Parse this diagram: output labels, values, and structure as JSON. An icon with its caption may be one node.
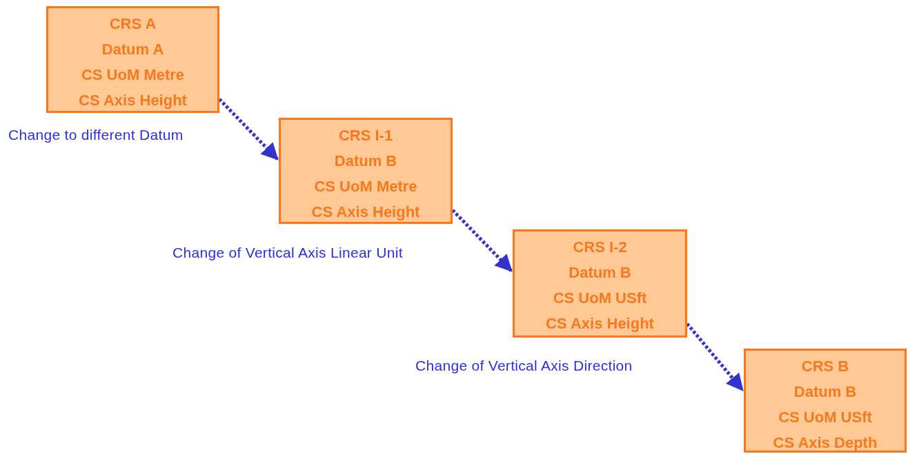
{
  "diagram": {
    "nodes": [
      {
        "text": [
          "CRS A",
          "Datum A",
          "CS UoM Metre",
          "CS Axis Height"
        ]
      },
      {
        "text": [
          "CRS I-1",
          "Datum B",
          "CS UoM Metre",
          "CS Axis Height"
        ]
      },
      {
        "text": [
          "CRS I-2",
          "Datum B",
          "CS UoM USft",
          "CS Axis Height"
        ]
      },
      {
        "text": [
          "CRS B",
          "Datum B",
          "CS UoM USft",
          "CS Axis Depth"
        ]
      }
    ],
    "edges": [
      {
        "from": 0,
        "to": 1,
        "arrow": "to",
        "label": "Change to different Datum",
        "style": "dashed"
      },
      {
        "from": 1,
        "to": 2,
        "arrow": "to",
        "label": "Change of Vertical Axis Linear Unit",
        "style": "dashed"
      },
      {
        "from": 2,
        "to": 3,
        "arrow": "to",
        "label": "Change of Vertical Axis Direction",
        "style": "dashed"
      }
    ]
  }
}
